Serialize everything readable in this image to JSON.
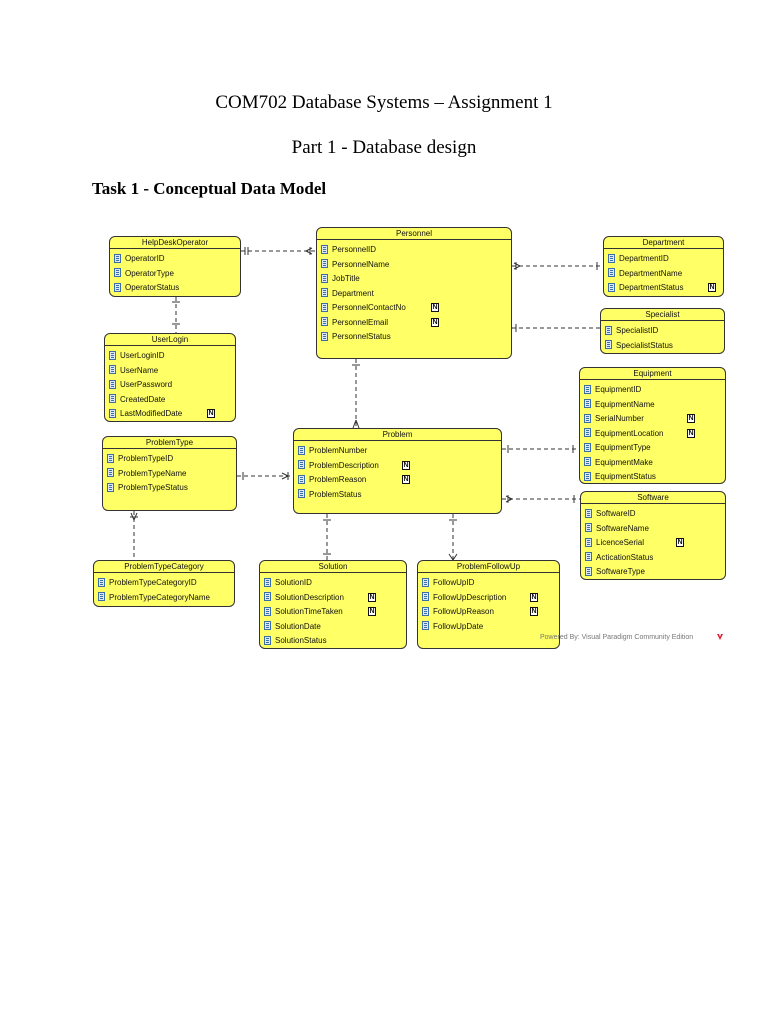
{
  "document": {
    "title": "COM702 Database Systems – Assignment 1",
    "subtitle": "Part 1 - Database design",
    "task": "Task 1 - Conceptual Data Model"
  },
  "entities": [
    {
      "name": "HelpDeskOperator",
      "attributes": [
        {
          "label": "OperatorID",
          "nullable": false
        },
        {
          "label": "OperatorType",
          "nullable": false
        },
        {
          "label": "OperatorStatus",
          "nullable": false
        }
      ]
    },
    {
      "name": "Personnel",
      "attributes": [
        {
          "label": "PersonnelID",
          "nullable": false
        },
        {
          "label": "PersonnelName",
          "nullable": false
        },
        {
          "label": "JobTitle",
          "nullable": false
        },
        {
          "label": "Department",
          "nullable": false
        },
        {
          "label": "PersonnelContactNo",
          "nullable": true
        },
        {
          "label": "PersonnelEmail",
          "nullable": true
        },
        {
          "label": "PersonnelStatus",
          "nullable": false
        }
      ]
    },
    {
      "name": "Department",
      "attributes": [
        {
          "label": "DepartmentID",
          "nullable": false
        },
        {
          "label": "DepartmentName",
          "nullable": false
        },
        {
          "label": "DepartmentStatus",
          "nullable": true
        }
      ]
    },
    {
      "name": "Specialist",
      "attributes": [
        {
          "label": "SpecialistID",
          "nullable": false
        },
        {
          "label": "SpecialistStatus",
          "nullable": false
        }
      ]
    },
    {
      "name": "UserLogin",
      "attributes": [
        {
          "label": "UserLoginID",
          "nullable": false
        },
        {
          "label": "UserName",
          "nullable": false
        },
        {
          "label": "UserPassword",
          "nullable": false
        },
        {
          "label": "CreatedDate",
          "nullable": false
        },
        {
          "label": "LastModifiedDate",
          "nullable": true
        }
      ]
    },
    {
      "name": "Equipment",
      "attributes": [
        {
          "label": "EquipmentID",
          "nullable": false
        },
        {
          "label": "EquipmentName",
          "nullable": false
        },
        {
          "label": "SerialNumber",
          "nullable": true
        },
        {
          "label": "EquipmentLocation",
          "nullable": true
        },
        {
          "label": "EquipmentType",
          "nullable": false
        },
        {
          "label": "EquipmentMake",
          "nullable": false
        },
        {
          "label": "EquipmentStatus",
          "nullable": false
        }
      ]
    },
    {
      "name": "ProblemType",
      "attributes": [
        {
          "label": "ProblemTypeID",
          "nullable": false
        },
        {
          "label": "ProblemTypeName",
          "nullable": false
        },
        {
          "label": "ProblemTypeStatus",
          "nullable": false
        }
      ]
    },
    {
      "name": "Problem",
      "attributes": [
        {
          "label": "ProblemNumber",
          "nullable": false
        },
        {
          "label": "ProblemDescription",
          "nullable": true
        },
        {
          "label": "ProblemReason",
          "nullable": true
        },
        {
          "label": "ProblemStatus",
          "nullable": false
        }
      ]
    },
    {
      "name": "Software",
      "attributes": [
        {
          "label": "SoftwareID",
          "nullable": false
        },
        {
          "label": "SoftwareName",
          "nullable": false
        },
        {
          "label": "LicenceSerial",
          "nullable": true
        },
        {
          "label": "ActicationStatus",
          "nullable": false
        },
        {
          "label": "SoftwareType",
          "nullable": false
        }
      ]
    },
    {
      "name": "ProblemTypeCategory",
      "attributes": [
        {
          "label": "ProblemTypeCategoryID",
          "nullable": false
        },
        {
          "label": "ProblemTypeCategoryName",
          "nullable": false
        }
      ]
    },
    {
      "name": "Solution",
      "attributes": [
        {
          "label": "SolutionID",
          "nullable": false
        },
        {
          "label": "SolutionDescription",
          "nullable": true
        },
        {
          "label": "SolutionTimeTaken",
          "nullable": true
        },
        {
          "label": "SolutionDate",
          "nullable": false
        },
        {
          "label": "SolutionStatus",
          "nullable": false
        }
      ]
    },
    {
      "name": "ProblemFollowUp",
      "attributes": [
        {
          "label": "FollowUpID",
          "nullable": false
        },
        {
          "label": "FollowUpDescription",
          "nullable": true
        },
        {
          "label": "FollowUpReason",
          "nullable": true
        },
        {
          "label": "FollowUpDate",
          "nullable": false
        }
      ]
    }
  ],
  "null_badge": "N",
  "footer": "Powered By: Visual Paradigm Community Edition",
  "colors": {
    "entity_fill": "#ffff66",
    "entity_border": "#333333",
    "line": "#333333"
  }
}
